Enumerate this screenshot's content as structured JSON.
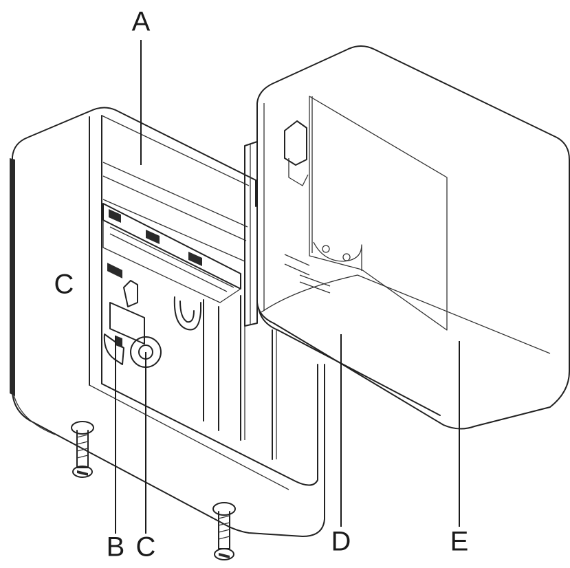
{
  "labels": {
    "top": "A",
    "left": "C",
    "bottom_b": "B",
    "bottom_c": "C",
    "bottom_d": "D",
    "bottom_e": "E"
  },
  "colors": {
    "line": "#222222",
    "background": "#ffffff"
  },
  "icons": [
    "screw-icon",
    "fuse-holder-icon",
    "terminal-block-icon"
  ]
}
